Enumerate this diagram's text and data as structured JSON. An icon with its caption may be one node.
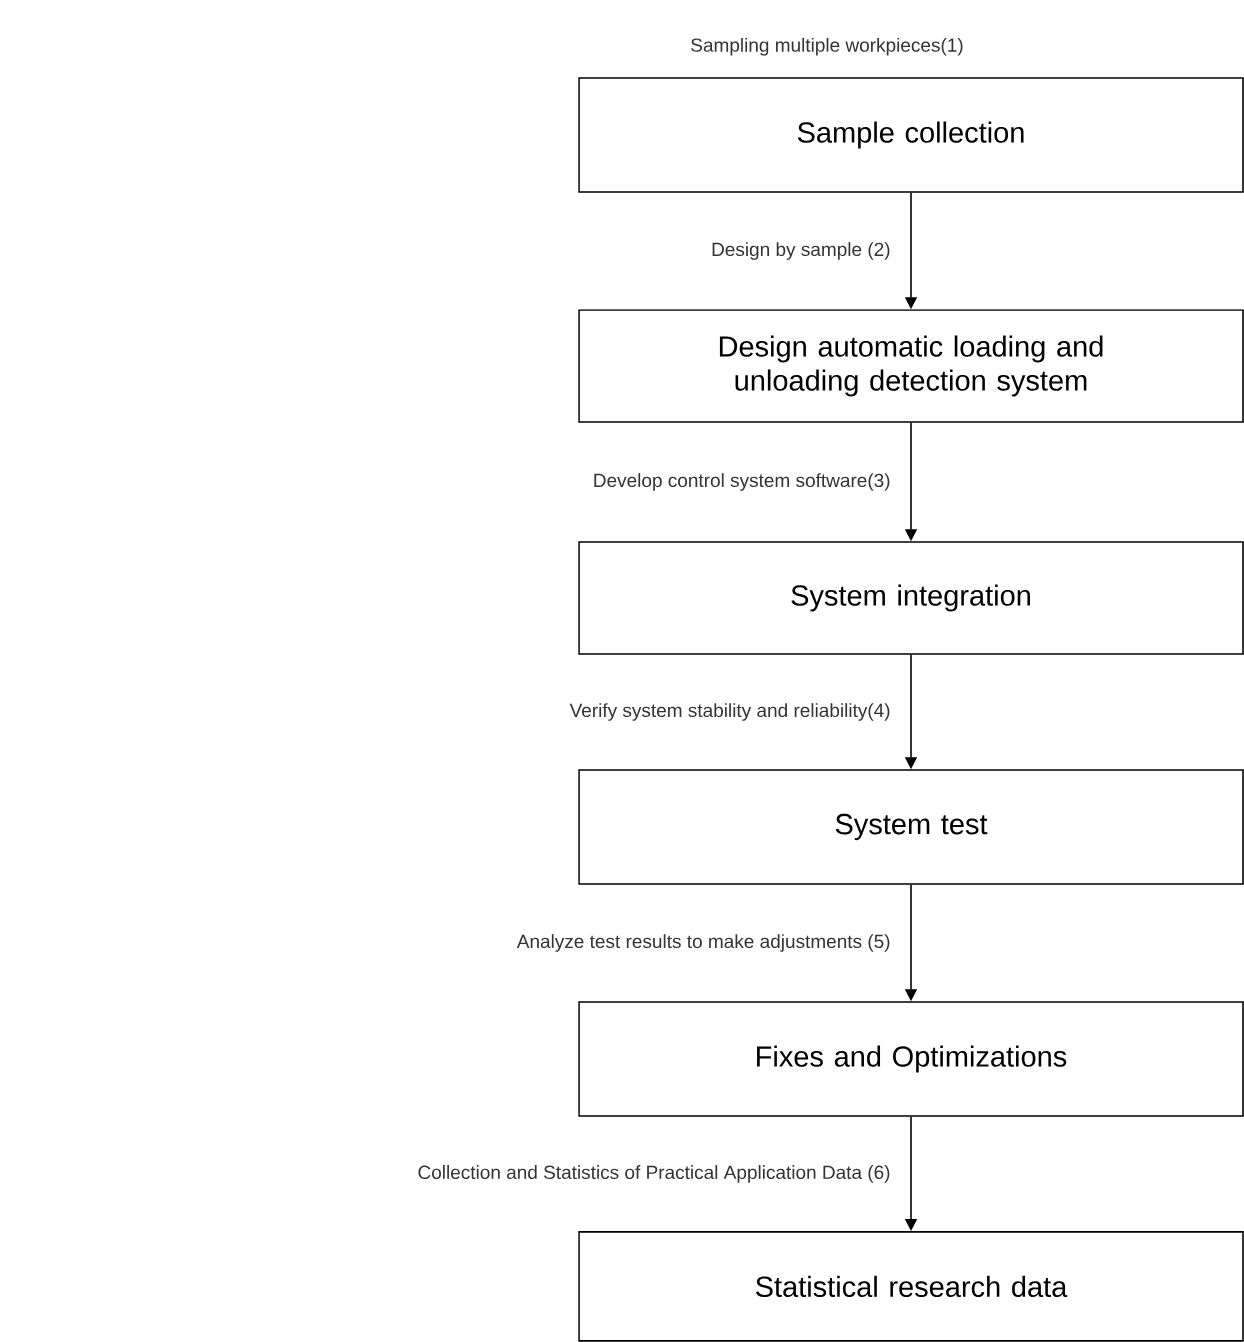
{
  "diagram": {
    "nodes": [
      {
        "text": [
          "Sample collection"
        ],
        "beside": [
          "Sampling multiple workpieces(1)"
        ]
      },
      {
        "text": [
          "Design automatic loading and unloading detection system"
        ]
      },
      {
        "text": [
          "System integration"
        ]
      },
      {
        "text": [
          "System test"
        ]
      },
      {
        "text": [
          "Fixes and Optimizations"
        ]
      },
      {
        "text": [
          "Statistical research data"
        ]
      }
    ],
    "edges": [
      {
        "from": 0,
        "to": 1,
        "arrow": "to",
        "label": "Design by sample (2)"
      },
      {
        "from": 1,
        "to": 2,
        "arrow": "to",
        "label": "Develop control system software(3)"
      },
      {
        "from": 2,
        "to": 3,
        "arrow": "to",
        "label": "Verify system stability and reliability(4)"
      },
      {
        "from": 3,
        "to": 4,
        "arrow": "to",
        "label": "Analyze test results to make adjustments (5)"
      },
      {
        "from": 4,
        "to": 5,
        "arrow": "to",
        "label": "Collection and Statistics of Practical Application Data (6)"
      }
    ]
  }
}
